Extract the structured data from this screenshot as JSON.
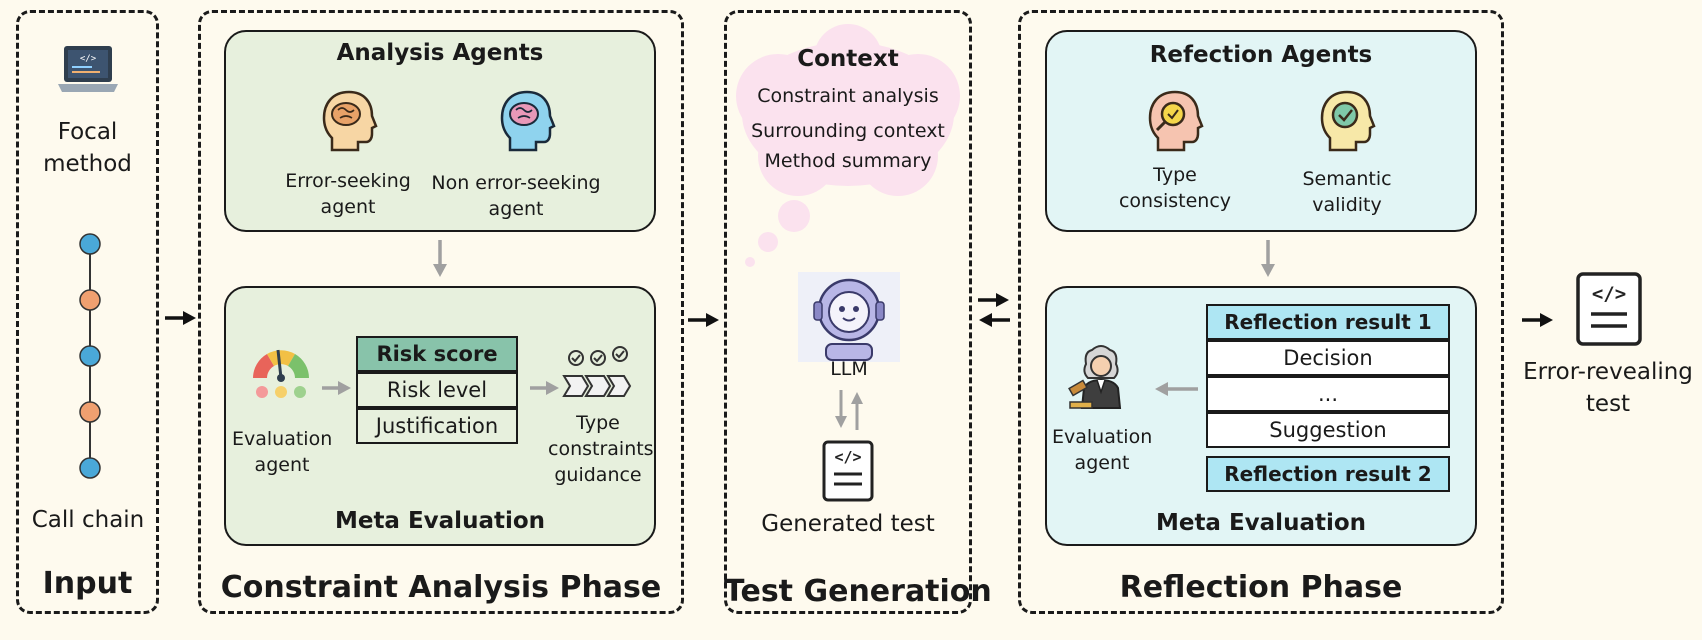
{
  "input": {
    "title": "Input",
    "focal_method": "Focal\nmethod",
    "call_chain": "Call chain"
  },
  "constraint_phase": {
    "title": "Constraint Analysis Phase",
    "analysis_card": {
      "title": "Analysis Agents",
      "error_seeking": "Error-seeking\nagent",
      "non_error_seeking": "Non error-seeking\nagent"
    },
    "meta_card": {
      "title": "Meta Evaluation",
      "evaluation_agent": "Evaluation\nagent",
      "risk_score": "Risk score",
      "risk_level": "Risk level",
      "justification": "Justification",
      "type_constraints": "Type\nconstraints\nguidance"
    }
  },
  "test_generation": {
    "title": "Test Generation",
    "context_title": "Context",
    "context_items": [
      "Constraint analysis",
      "Surrounding context",
      "Method summary"
    ],
    "llm": "LLM",
    "generated_test": "Generated test"
  },
  "reflection_phase": {
    "title": "Reflection Phase",
    "agents_card": {
      "title": "Refection Agents",
      "type_consistency": "Type\nconsistency",
      "semantic_validity": "Semantic\nvalidity"
    },
    "meta_card": {
      "title": "Meta Evaluation",
      "evaluation_agent": "Evaluation\nagent",
      "result1": "Reflection result 1",
      "decision": "Decision",
      "ellipsis": "...",
      "suggestion": "Suggestion",
      "result2": "Reflection result 2"
    }
  },
  "output": {
    "label": "Error-revealing\ntest"
  },
  "colors": {
    "background": "#fefaee",
    "green_card": "#e7f0dd",
    "cyan_card": "#e2f5f5",
    "risk_header": "#88c3aa",
    "result_header": "#aee6f3",
    "chain_blue": "#4aa8d8",
    "chain_orange": "#f0a070",
    "cloud_pink": "#fbe2ee"
  }
}
